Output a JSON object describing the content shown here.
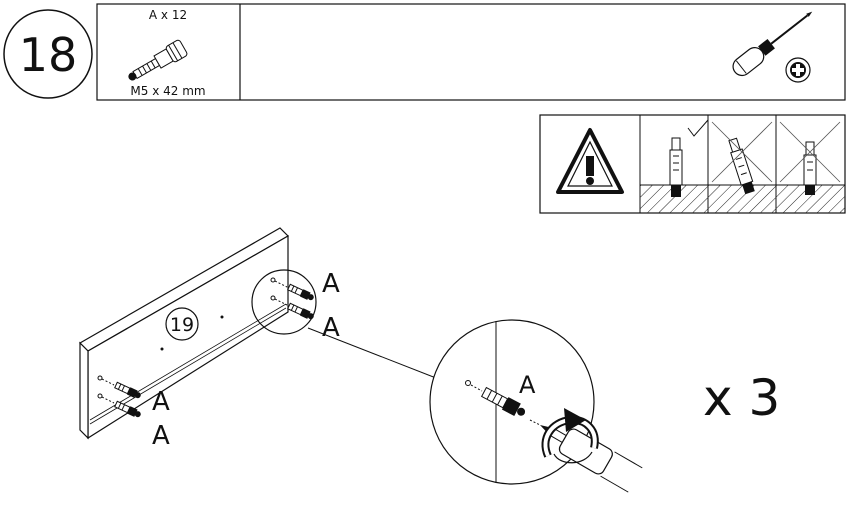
{
  "step": {
    "number": "18"
  },
  "parts_box": {
    "part_letter_count": "A x 12",
    "part_size": "M5 x 42 mm"
  },
  "tool": {
    "icon": "phillips-screwdriver-icon"
  },
  "warning": {
    "icon": "warning-triangle-icon",
    "panels": [
      "correct",
      "wrong",
      "wrong"
    ]
  },
  "panel": {
    "number": "19"
  },
  "callouts": {
    "a1": "A",
    "a2": "A",
    "a3": "A",
    "a4": "A",
    "a5": "A"
  },
  "repeat": {
    "label": "x 3"
  }
}
